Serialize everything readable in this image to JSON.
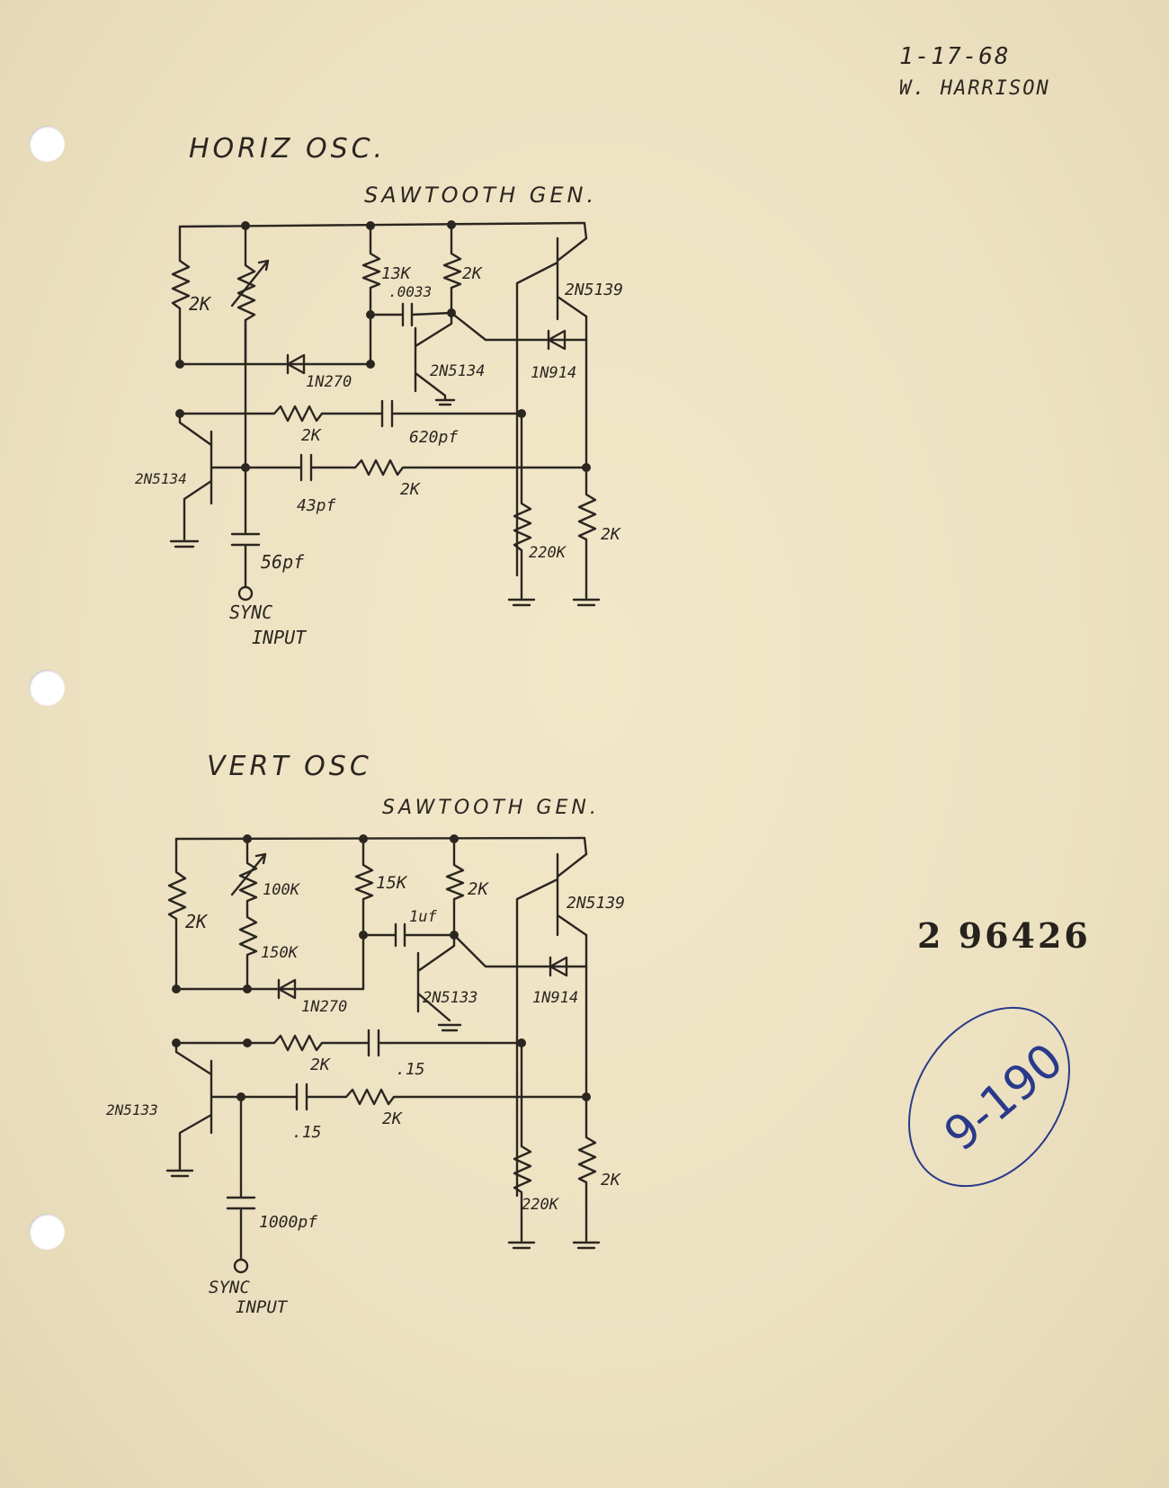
{
  "header": {
    "date": "1-17-68",
    "author": "W. HARRISON"
  },
  "stamp_number": "2 96426",
  "circled_note": "9-190",
  "circuit_horizontal": {
    "title": "HORIZ OSC.",
    "subtitle": "SAWTOOTH GEN.",
    "labels": {
      "r_left": "2K",
      "r_13k": "13K",
      "cap_0033": ".0033",
      "r_2k_top": "2K",
      "transistor_top": "2N5139",
      "diode_left": "1N270",
      "transistor_mid": "2N5134",
      "diode_right": "1N914",
      "r_2k_mid": "2K",
      "cap_620": "620pf",
      "transistor_left": "2N5134",
      "cap_43": "43pf",
      "r_2k_low": "2K",
      "cap_56": "56pf",
      "r_220k": "220K",
      "r_2k_right": "2K",
      "sync": "SYNC",
      "input": "INPUT"
    }
  },
  "circuit_vertical": {
    "title": "VERT OSC",
    "subtitle": "SAWTOOTH GEN.",
    "labels": {
      "r_left": "2K",
      "pot_100k": "100K",
      "r_150k": "150K",
      "r_15k": "15K",
      "cap_1uf": "1uf",
      "r_2k_top": "2K",
      "transistor_top": "2N5139",
      "diode_left": "1N270",
      "transistor_mid": "2N5133",
      "diode_right": "1N914",
      "r_2k_mid": "2K",
      "cap_15_top": ".15",
      "transistor_left": "2N5133",
      "cap_15_low": ".15",
      "r_2k_low": "2K",
      "cap_1000": "1000pf",
      "r_220k": "220K",
      "r_2k_right": "2K",
      "sync": "SYNC",
      "input": "INPUT"
    }
  },
  "colors": {
    "paper": "#ede3c4",
    "ink": "#2b2620",
    "blue_ink": "#2a3a8a"
  }
}
